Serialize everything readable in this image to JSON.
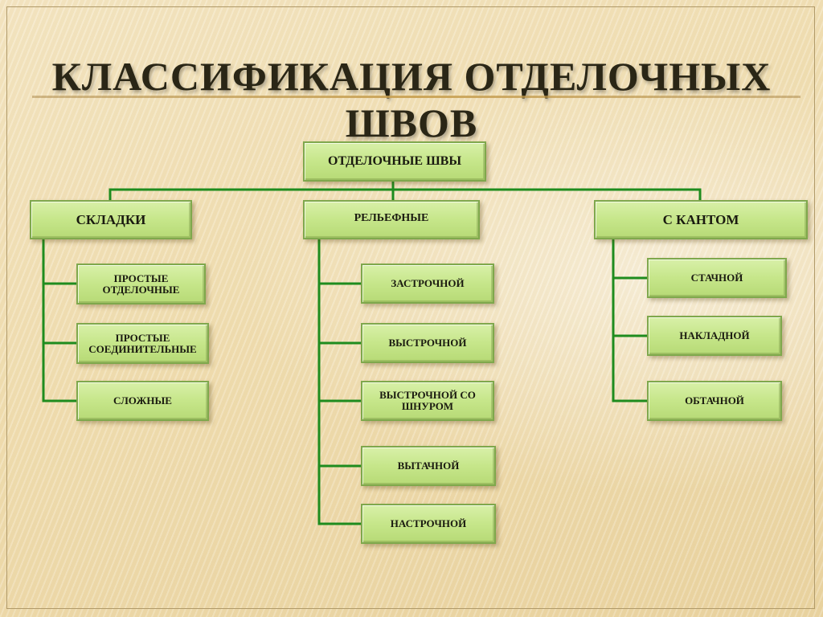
{
  "title": "КЛАССИФИКАЦИЯ ОТДЕЛОЧНЫХ ШВОВ",
  "colors": {
    "connector": "#1e8c1e",
    "node_fill": "#c6e68a",
    "node_border": "#7fa84c"
  },
  "tree": {
    "root": "ОТДЕЛОЧНЫЕ ШВЫ",
    "branches": [
      {
        "label": "СКЛАДКИ",
        "children": [
          "ПРОСТЫЕ ОТДЕЛОЧНЫЕ",
          "ПРОСТЫЕ СОЕДИНИТЕЛЬНЫЕ",
          "СЛОЖНЫЕ"
        ]
      },
      {
        "label": "РЕЛЬЕФНЫЕ",
        "children": [
          "ЗАСТРОЧНОЙ",
          "ВЫСТРОЧНОЙ",
          "ВЫСТРОЧНОЙ СО ШНУРОМ",
          "ВЫТАЧНОЙ",
          "НАСТРОЧНОЙ"
        ]
      },
      {
        "label": "С КАНТОМ",
        "children": [
          "СТАЧНОЙ",
          "НАКЛАДНОЙ",
          "ОБТАЧНОЙ"
        ]
      }
    ]
  }
}
